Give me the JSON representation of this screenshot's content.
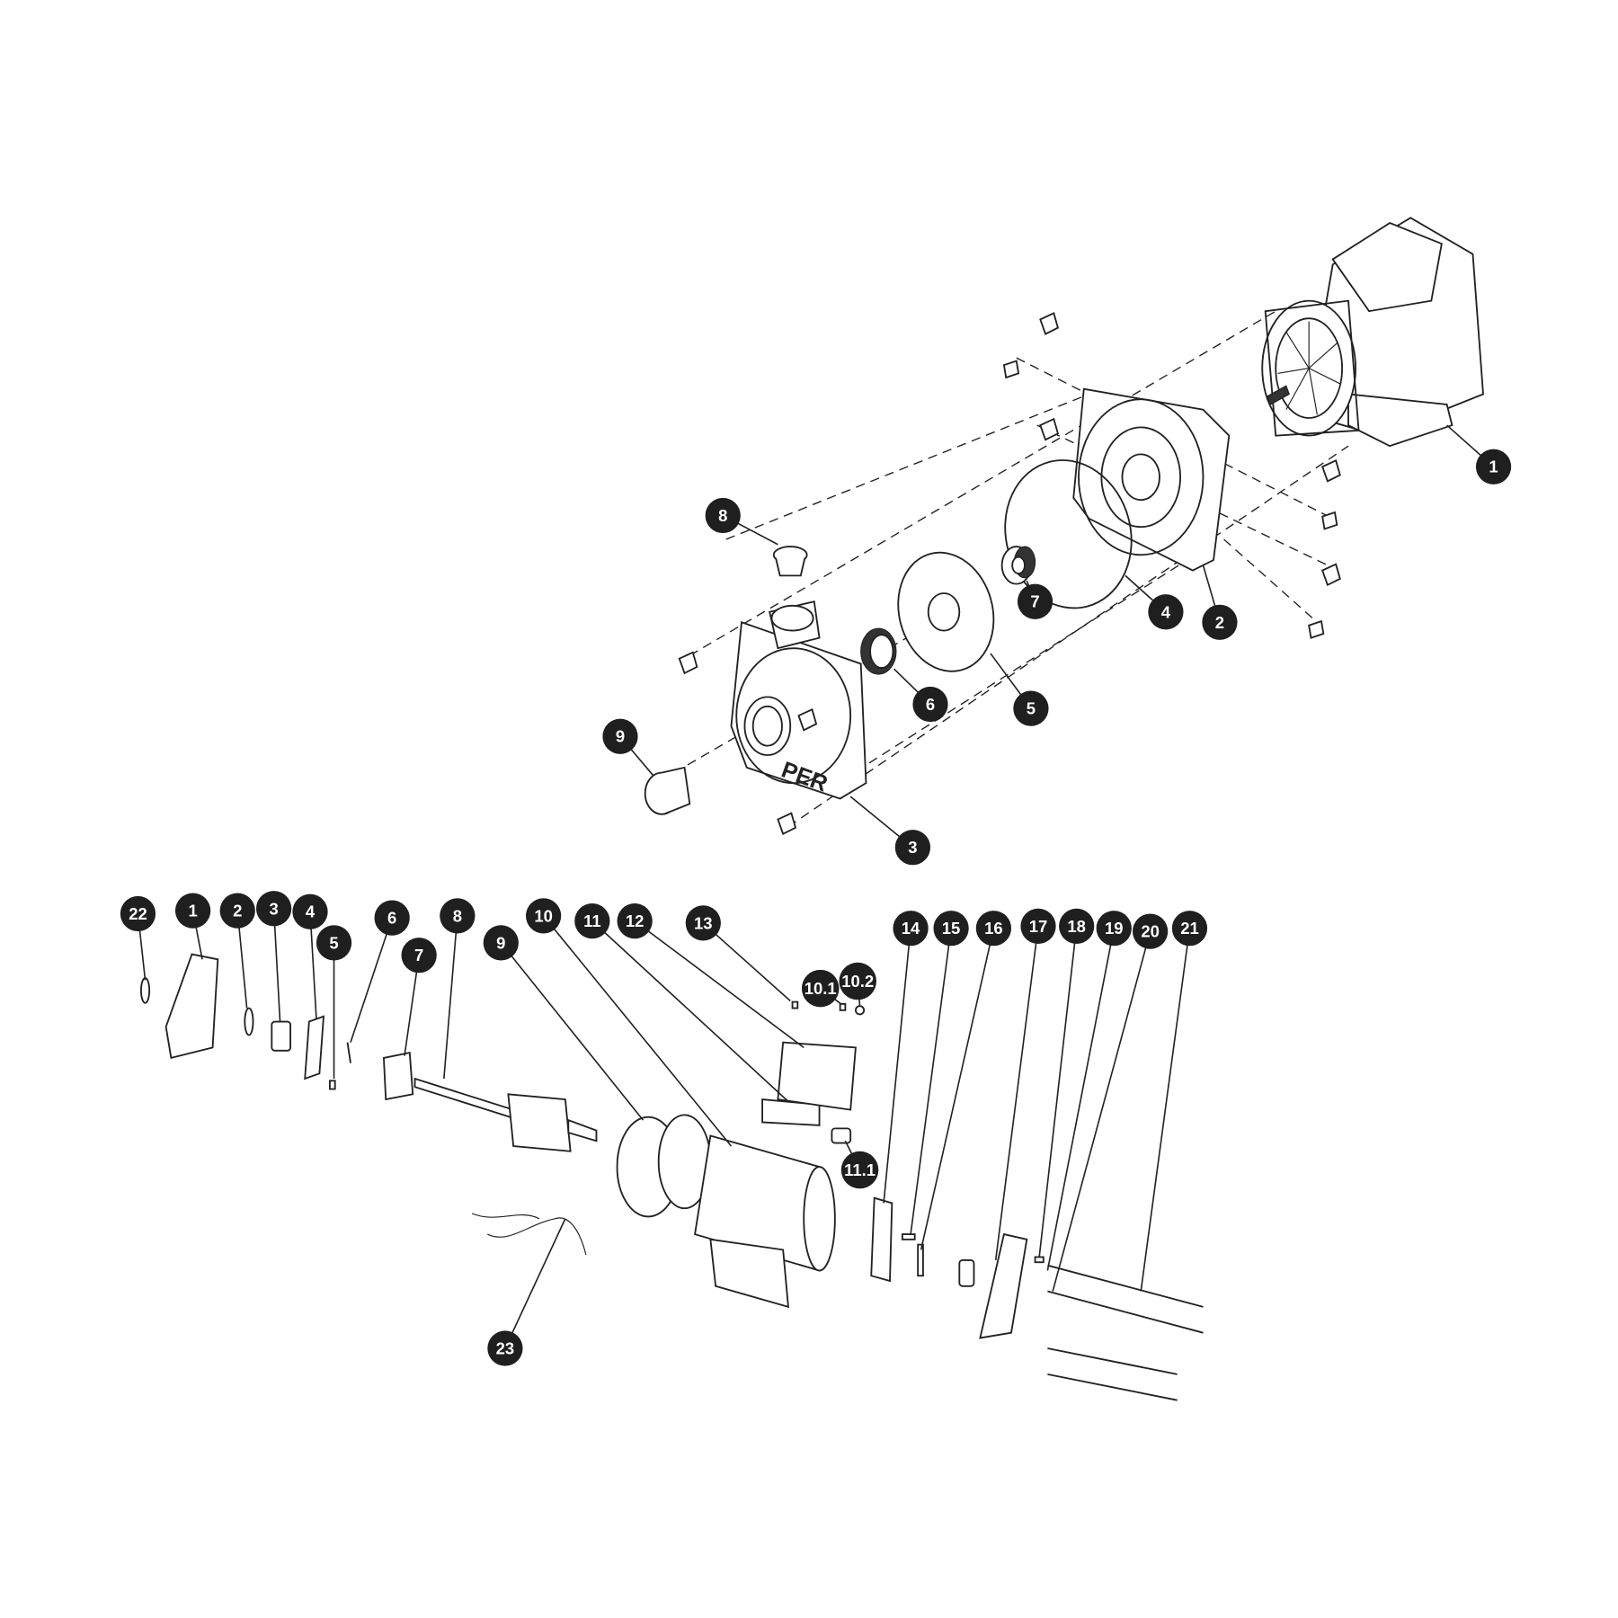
{
  "diagram": {
    "type": "exploded-parts-diagram",
    "top_assembly": {
      "brand_mark": "PER",
      "callouts": [
        "1",
        "2",
        "3",
        "4",
        "5",
        "6",
        "7",
        "8",
        "9"
      ]
    },
    "bottom_assembly": {
      "callouts": [
        "22",
        "1",
        "2",
        "3",
        "4",
        "5",
        "6",
        "7",
        "8",
        "9",
        "10",
        "11",
        "12",
        "13",
        "10.1",
        "10.2",
        "11.1",
        "14",
        "15",
        "16",
        "17",
        "18",
        "19",
        "20",
        "21",
        "23"
      ]
    }
  },
  "colors": {
    "callout_fill": "#1f1f1f",
    "callout_text": "#ffffff",
    "line": "#222222"
  }
}
